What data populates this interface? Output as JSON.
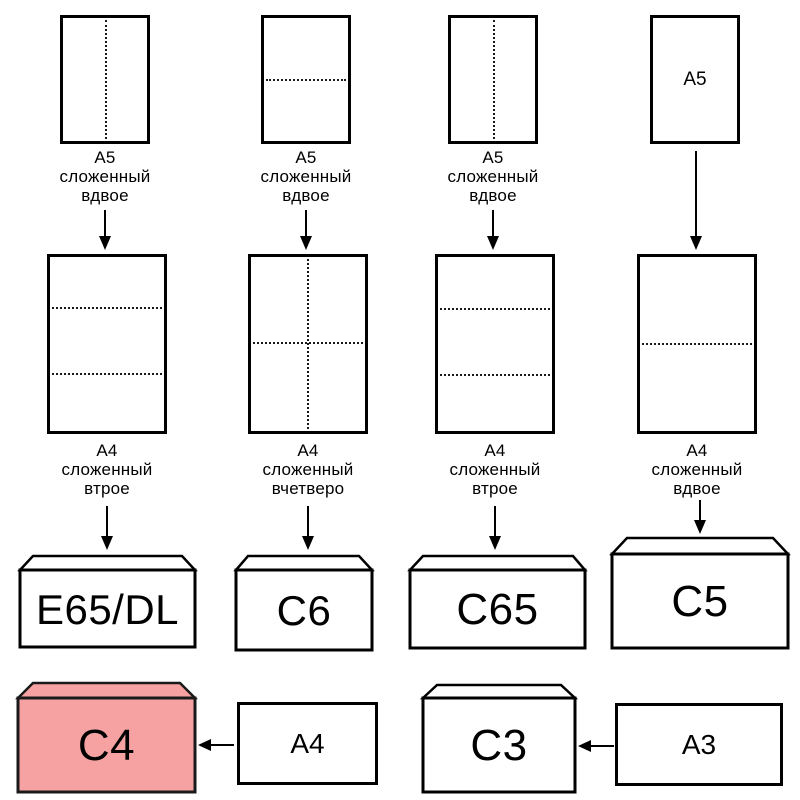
{
  "colors": {
    "background": "#ffffff",
    "stroke": "#000000",
    "c4_fill": "#f7a2a2",
    "white_fill": "#ffffff"
  },
  "columns": [
    {
      "small_caption": "А5\nсложенный\nвдвое",
      "large_caption": "А4\nсложенный\nвтрое",
      "envelope_label": "E65/DL"
    },
    {
      "small_caption": "А5\nсложенный\nвдвое",
      "large_caption": "А4\nсложенный\nвчетверо",
      "envelope_label": "C6"
    },
    {
      "small_caption": "А5\nсложенный\nвдвое",
      "large_caption": "А4\nсложенный\nвтрое",
      "envelope_label": "C65"
    },
    {
      "small_sheet_label": "А5",
      "large_caption": "А4\nсложенный\nвдвое",
      "envelope_label": "C5"
    }
  ],
  "bottom_row": {
    "c4": {
      "envelope_label": "C4",
      "source_sheet_label": "А4"
    },
    "c3": {
      "envelope_label": "C3",
      "source_sheet_label": "А3"
    }
  }
}
